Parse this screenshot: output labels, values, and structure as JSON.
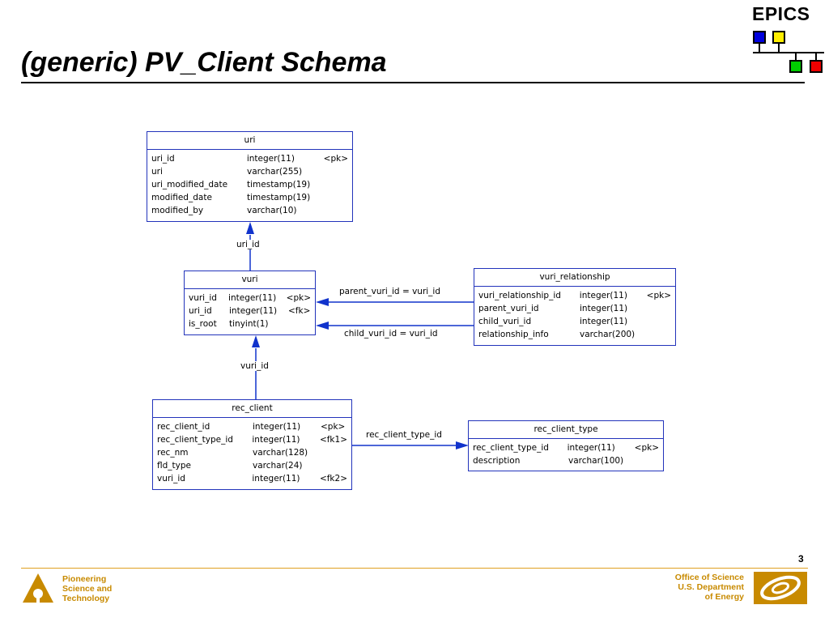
{
  "slide": {
    "title": "(generic) PV_Client Schema",
    "logo_text": "EPICS",
    "page_number": "3"
  },
  "tables": {
    "uri": {
      "name": "uri",
      "rows": [
        {
          "col": "uri_id",
          "type": "integer(11)",
          "key": "<pk>"
        },
        {
          "col": "uri",
          "type": "varchar(255)",
          "key": ""
        },
        {
          "col": "uri_modified_date",
          "type": "timestamp(19)",
          "key": ""
        },
        {
          "col": "modified_date",
          "type": "timestamp(19)",
          "key": ""
        },
        {
          "col": "modified_by",
          "type": "varchar(10)",
          "key": ""
        }
      ]
    },
    "vuri": {
      "name": "vuri",
      "rows": [
        {
          "col": "vuri_id",
          "type": "integer(11)",
          "key": "<pk>"
        },
        {
          "col": "uri_id",
          "type": "integer(11)",
          "key": "<fk>"
        },
        {
          "col": "is_root",
          "type": "tinyint(1)",
          "key": ""
        }
      ]
    },
    "vuri_relationship": {
      "name": "vuri_relationship",
      "rows": [
        {
          "col": "vuri_relationship_id",
          "type": "integer(11)",
          "key": "<pk>"
        },
        {
          "col": "parent_vuri_id",
          "type": "integer(11)",
          "key": ""
        },
        {
          "col": "child_vuri_id",
          "type": "integer(11)",
          "key": ""
        },
        {
          "col": "relationship_info",
          "type": "varchar(200)",
          "key": ""
        }
      ]
    },
    "rec_client": {
      "name": "rec_client",
      "rows": [
        {
          "col": "rec_client_id",
          "type": "integer(11)",
          "key": "<pk>"
        },
        {
          "col": "rec_client_type_id",
          "type": "integer(11)",
          "key": "<fk1>"
        },
        {
          "col": "rec_nm",
          "type": "varchar(128)",
          "key": ""
        },
        {
          "col": "fld_type",
          "type": "varchar(24)",
          "key": ""
        },
        {
          "col": "vuri_id",
          "type": "integer(11)",
          "key": "<fk2>"
        }
      ]
    },
    "rec_client_type": {
      "name": "rec_client_type",
      "rows": [
        {
          "col": "rec_client_type_id",
          "type": "integer(11)",
          "key": "<pk>"
        },
        {
          "col": "description",
          "type": "varchar(100)",
          "key": ""
        }
      ]
    }
  },
  "relationships": {
    "uri_vuri": "uri_id",
    "vuri_rec_client": "vuri_id",
    "parent": "parent_vuri_id = vuri_id",
    "child": "child_vuri_id = vuri_id",
    "rec_client_type": "rec_client_type_id"
  },
  "footer": {
    "left": [
      "Pioneering",
      "Science and",
      "Technology"
    ],
    "right": [
      "Office of Science",
      "U.S. Department",
      "of Energy"
    ]
  },
  "colors": {
    "table_border": "#2233bb",
    "connector": "#1133cc",
    "footer_accent": "#e0a020",
    "footer_text": "#c88a00",
    "logo_blue": "#0000dd",
    "logo_yellow": "#ffee00",
    "logo_green": "#00cc00",
    "logo_red": "#ee0000"
  },
  "icons": {
    "logo": "epics-logo",
    "footer_left": "argonne-logo",
    "footer_right": "doe-logo"
  }
}
